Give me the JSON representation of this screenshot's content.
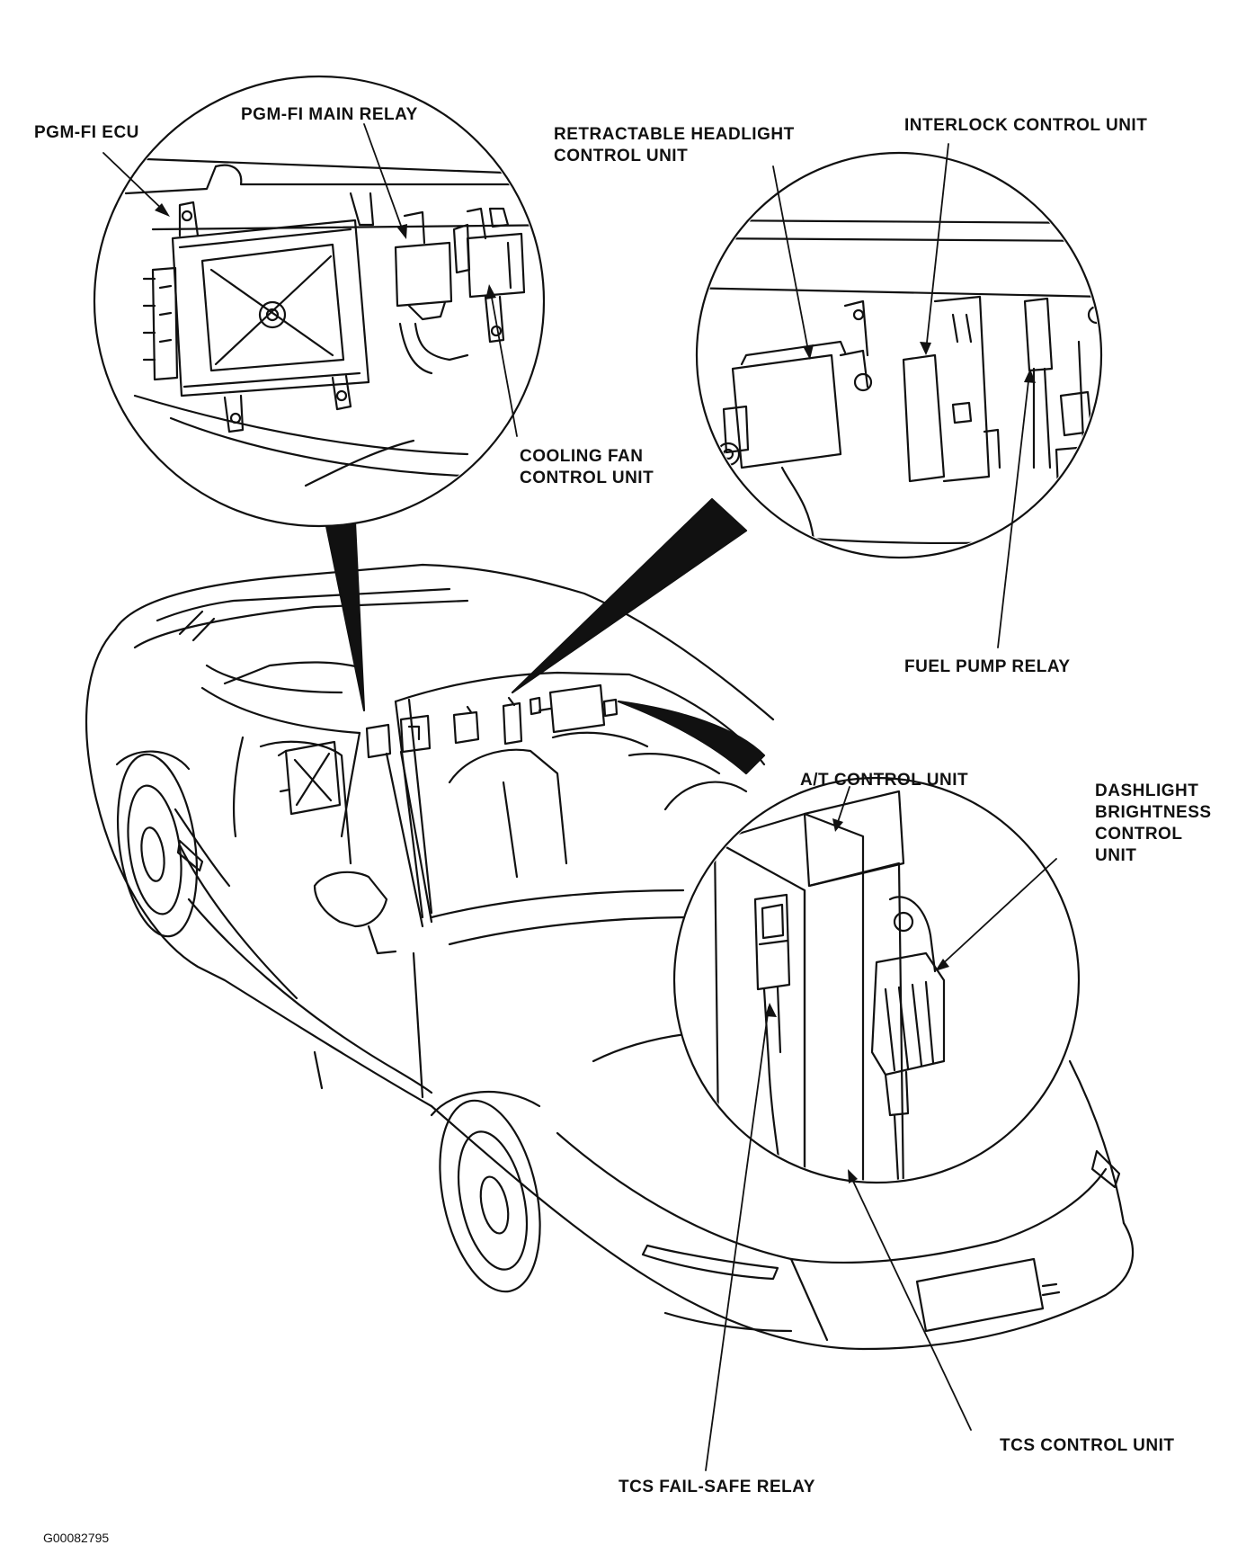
{
  "labels": {
    "pgm_fi_ecu": "PGM-FI ECU",
    "pgm_fi_main_relay": "PGM-FI MAIN RELAY",
    "retractable_headlight_1": "RETRACTABLE HEADLIGHT",
    "retractable_headlight_2": "CONTROL UNIT",
    "interlock_control_unit": "INTERLOCK CONTROL UNIT",
    "cooling_fan_1": "COOLING FAN",
    "cooling_fan_2": "CONTROL UNIT",
    "fuel_pump_relay": "FUEL PUMP RELAY",
    "at_control_unit": "A/T CONTROL UNIT",
    "dashlight_1": "DASHLIGHT",
    "dashlight_2": "BRIGHTNESS",
    "dashlight_3": "CONTROL",
    "dashlight_4": "UNIT",
    "tcs_control_unit": "TCS CONTROL UNIT",
    "tcs_fail_safe_relay": "TCS FAIL-SAFE RELAY",
    "figure_code": "G00082795"
  },
  "colors": {
    "line": "#111111",
    "background": "#ffffff"
  }
}
